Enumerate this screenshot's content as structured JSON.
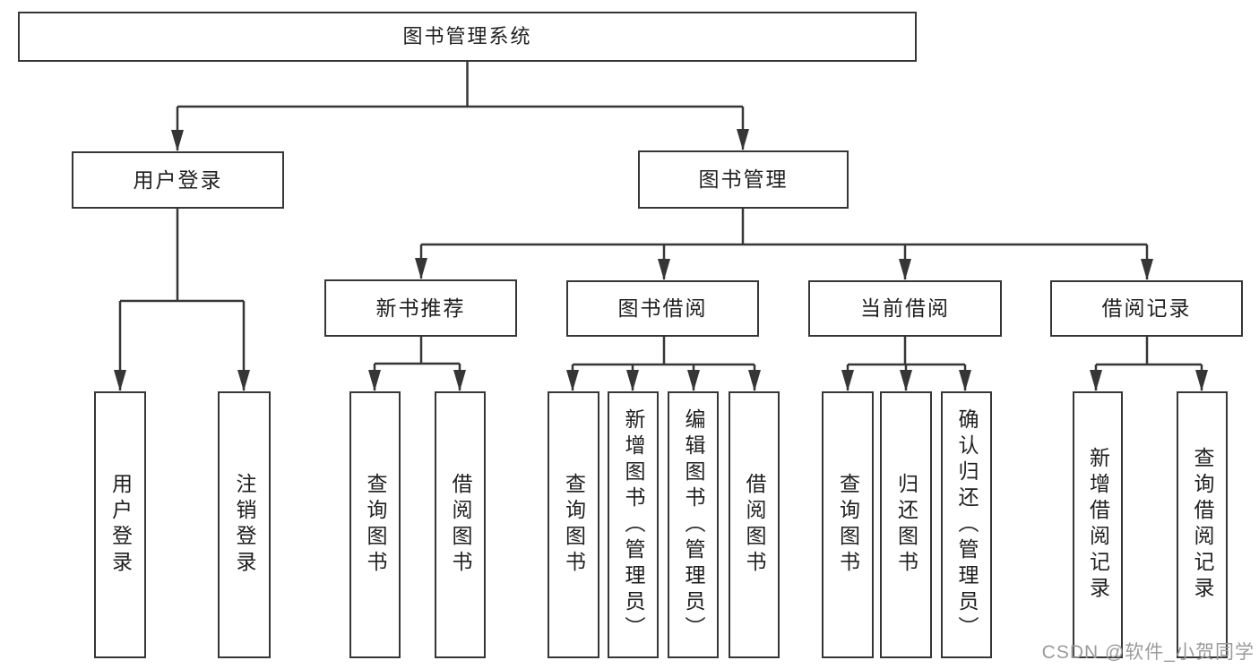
{
  "watermark": "CSDN @软件_小贺同学",
  "colors": {
    "line": "#363636",
    "box_border": "#363636",
    "text": "#1f1f1f",
    "watermark": "#9b9b9b",
    "background": "#ffffff"
  },
  "tree": {
    "root": {
      "label": "图书管理系统",
      "children": [
        {
          "label": "用户登录",
          "children": [
            {
              "label": "用户登录"
            },
            {
              "label": "注销登录"
            }
          ]
        },
        {
          "label": "图书管理",
          "children": [
            {
              "label": "新书推荐",
              "children": [
                {
                  "label": "查询图书"
                },
                {
                  "label": "借阅图书"
                }
              ]
            },
            {
              "label": "图书借阅",
              "children": [
                {
                  "label": "查询图书"
                },
                {
                  "label": "新增图书（管理员）"
                },
                {
                  "label": "编辑图书（管理员）"
                },
                {
                  "label": "借阅图书"
                }
              ]
            },
            {
              "label": "当前借阅",
              "children": [
                {
                  "label": "查询图书"
                },
                {
                  "label": "归还图书"
                },
                {
                  "label": "确认归还（管理员）"
                }
              ]
            },
            {
              "label": "借阅记录",
              "children": [
                {
                  "label": "新增借阅记录"
                },
                {
                  "label": "查询借阅记录"
                }
              ]
            }
          ]
        }
      ]
    }
  }
}
